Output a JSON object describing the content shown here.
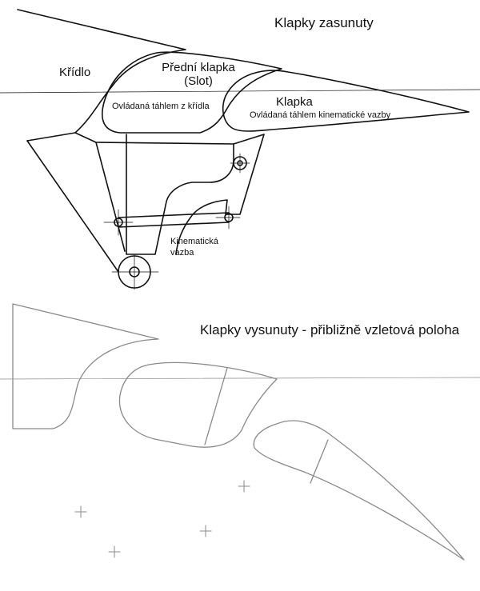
{
  "titles": {
    "retracted": "Klapky zasunuty",
    "extended": "Klapky vysunuty - přibližně vzletová poloha"
  },
  "labels": {
    "wing": "Křídlo",
    "slat_line1": "Přední klapka",
    "slat_line2": "(Slot)",
    "slat_control": "Ovládaná táhlem z křídla",
    "flap": "Klapka",
    "flap_control": "Ovládaná táhlem kinematické vazby",
    "linkage_line1": "Kinematická",
    "linkage_line2": "vazba"
  },
  "colors": {
    "ink": "#111111",
    "light_ink": "#8a8a8a",
    "background": "#ffffff"
  }
}
